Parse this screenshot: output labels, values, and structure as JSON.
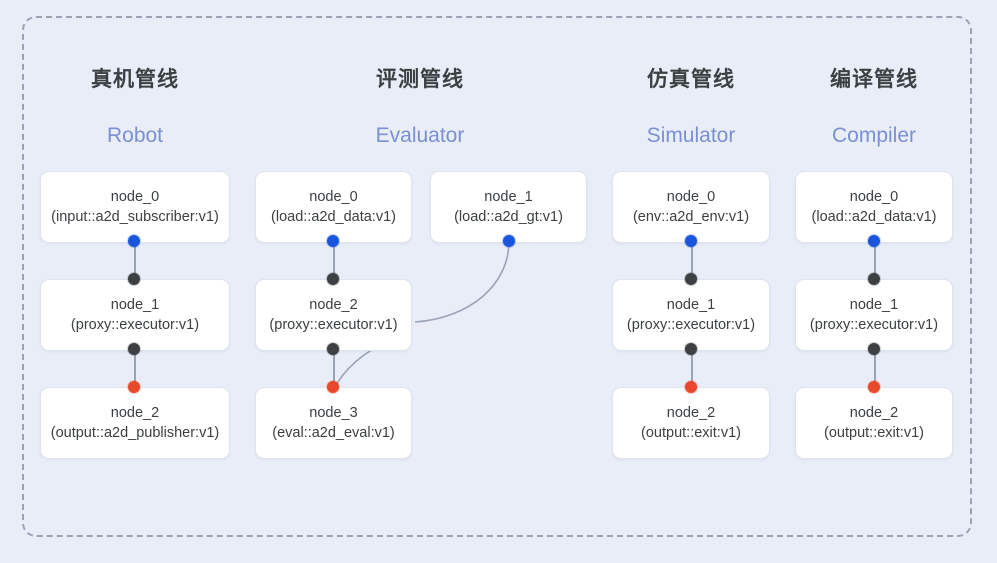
{
  "diagram": {
    "title_visible": false,
    "background_color": "#e8edf8",
    "frame_border_color": "#9aa3b5",
    "accent_colors": {
      "input_dot": "#1a56db",
      "proxy_dot": "#3c4043",
      "output_dot": "#e8482b",
      "english_label": "#7b90d2",
      "edge_line": "#9aa3b5"
    }
  },
  "columns": [
    {
      "id": "robot",
      "title_cn": "真机管线",
      "title_en": "Robot",
      "nodes": [
        {
          "name": "node_0",
          "spec": "(input::a2d_subscriber:v1)"
        },
        {
          "name": "node_1",
          "spec": "(proxy::executor:v1)"
        },
        {
          "name": "node_2",
          "spec": "(output::a2d_publisher:v1)"
        }
      ]
    },
    {
      "id": "evaluator",
      "title_cn": "评测管线",
      "title_en": "Evaluator",
      "nodes": [
        {
          "name": "node_0",
          "spec": "(load::a2d_data:v1)"
        },
        {
          "name": "node_1",
          "spec": "(load::a2d_gt:v1)"
        },
        {
          "name": "node_2",
          "spec": "(proxy::executor:v1)"
        },
        {
          "name": "node_3",
          "spec": "(eval::a2d_eval:v1)"
        }
      ]
    },
    {
      "id": "simulator",
      "title_cn": "仿真管线",
      "title_en": "Simulator",
      "nodes": [
        {
          "name": "node_0",
          "spec": "(env::a2d_env:v1)"
        },
        {
          "name": "node_1",
          "spec": "(proxy::executor:v1)"
        },
        {
          "name": "node_2",
          "spec": "(output::exit:v1)"
        }
      ]
    },
    {
      "id": "compiler",
      "title_cn": "编译管线",
      "title_en": "Compiler",
      "nodes": [
        {
          "name": "node_0",
          "spec": "(load::a2d_data:v1)"
        },
        {
          "name": "node_1",
          "spec": "(proxy::executor:v1)"
        },
        {
          "name": "node_2",
          "spec": "(output::exit:v1)"
        }
      ]
    }
  ]
}
